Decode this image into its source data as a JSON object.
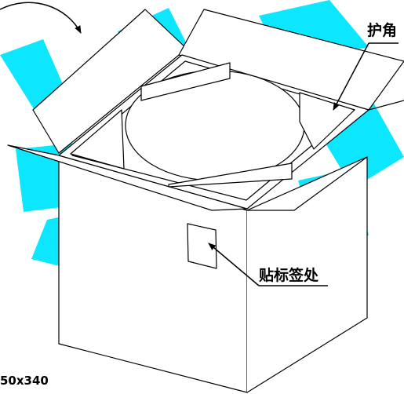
{
  "labels": {
    "corner_protector": "护角",
    "label_area": "贴标签处",
    "dimension": "50x340"
  },
  "colors": {
    "line": "#000000",
    "watermark": "#00e5ff",
    "background": "#ffffff"
  }
}
